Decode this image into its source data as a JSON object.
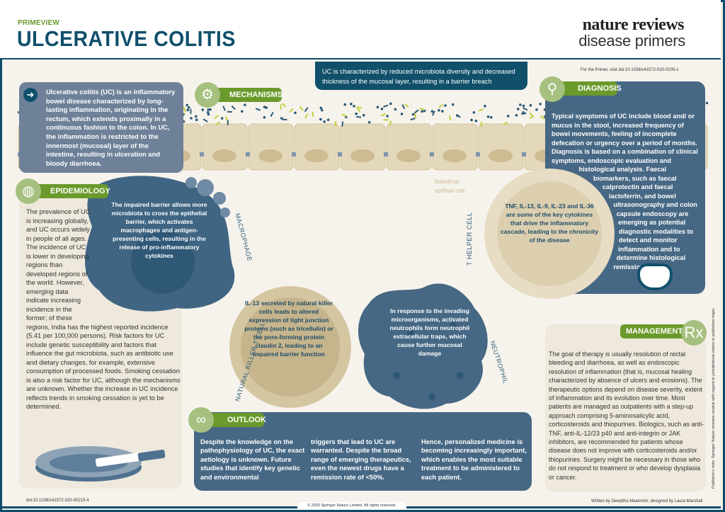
{
  "header": {
    "kicker": "PRIMEVIEW",
    "title": "ULCERATIVE COLITIS",
    "brand_line1": "nature reviews",
    "brand_line2": "disease primers"
  },
  "banner": "UC is characterized by reduced microbiota diversity and decreased thickness of the mucosal layer, resulting in a barrier breach",
  "for_primer": "For the Primer, visit doi:10.1038/s41572-020-0205-x",
  "intro": "Ulcerative colitis (UC) is an inflammatory bowel disease characterized by long-lasting inflammation, originating in the rectum, which extends proximally in a continuous fashion to the colon. In UC, the inflammation is restricted to the innermost (mucosal) layer of the intestine, resulting in ulceration and bloody diarrhoea.",
  "sections": {
    "mechanisms": "MECHANISMS",
    "epidemiology": {
      "label": "EPIDEMIOLOGY",
      "text": "The prevalence of UC is increasing globally, and UC occurs widely in people of all ages. The incidence of UC is lower in developing regions than developed regions of the world. However, emerging data indicate increasing incidence in the former; of these regions, India has the highest reported incidence (5.41 per 100,000 persons). Risk factors for UC include genetic susceptibility and factors that influence the gut microbiota, such as antibiotic use and dietary changes, for example, extensive consumption of processed foods. Smoking cessation is also a risk factor for UC, although the mechanisms are unknown. Whether the increase in UC incidence reflects trends in smoking cessation is yet to be determined."
    },
    "diagnosis": {
      "label": "DIAGNOSIS",
      "text": "Typical symptoms of UC include blood and/ or mucus in the stool, increased frequency of bowel movements, feeling of incomplete defecation or urgency over a period of months. Diagnosis is based on a combination of clinical symptoms, endoscopic evaluation and histological analysis. Faecal biomarkers, such as faecal calprotectin and faecal lactoferrin, and bowel ultrasonography and colon capsule endoscopy are emerging as potential diagnostic modalities to detect and monitor inflammation and to determine histological remission."
    },
    "management": {
      "label": "MANAGEMENT",
      "icon_text": "Rx",
      "text": "The goal of therapy is usually resolution of rectal bleeding and diarrhoea, as well as endoscopic resolution of inflammation (that is, mucosal healing characterized by absence of ulcers and erosions). The therapeutic options depend on disease severity, extent of inflammation and its evolution over time. Most patients are managed as outpatients with a step-up approach comprising 5-aminosalicylic acid, corticosteroids and thiopurines. Biologics, such as anti-TNF, anti-IL-12/23 p40 and anti-integrin or JAK inhibitors, are recommended for patients whose disease does not improve with corticosteroids and/or thiopurines. Surgery might be necessary in those who do not respond to treatment or who develop dysplasia or cancer."
    },
    "outlook": {
      "label": "OUTLOOK",
      "columns": [
        "Despite the knowledge on the pathophysiology of UC, the exact aetiology is unknown. Future studies that identify key genetic and environmental",
        "triggers that lead to UC are warranted. Despite the broad range of emerging therapeutics, even the newest drugs have a remission rate of <50%.",
        "Hence, personalized medicine is becoming increasingly important, which enables the most suitable treatment to be administered to each patient."
      ]
    }
  },
  "cells": {
    "macrophage": {
      "label": "MACROPHAGE",
      "text": "The impaired barrier allows more microbiota to cross the epithelial barrier, which activates macrophages and antigen-presenting cells, resulting in the release of pro-inflammatory cytokines"
    },
    "nk": {
      "label": "NATURAL KILLER T CELL",
      "text": "IL-13 secreted by natural killer cells leads to altered expression of tight junction proteins (such as tricellulin) or the pore-forming protein claudin 2, leading to an impaired barrier function"
    },
    "neutrophil": {
      "label": "NEUTROPHIL",
      "text": "In response to the invading microorganisms, activated neutrophils form neutrophil extracellular traps, which cause further mucosal damage"
    },
    "thelper": {
      "label": "T HELPER CELL",
      "text": "TNF, IL-13, IL-9, IL-23 and IL-36 are some of the key cytokines that drive the inflammatory cascade, leading to the chronicity of the disease"
    },
    "epithelial_label": "Intestinal epithial cell"
  },
  "footer": {
    "doi": "doi:10.1038/s41572-020-00215-4",
    "copyright": "© 2020 Springer Nature Limited. All rights reserved.",
    "credits": "Written by Deepitha Maennich; designed by Laura Marshall",
    "publisher_note": "Publisher's note: Springer Nature remains neutral with regard to jurisdictional claims in published maps."
  },
  "colors": {
    "navy": "#10506b",
    "green": "#6a9a2b",
    "slate": "#466884",
    "beige": "#efe9dd"
  }
}
